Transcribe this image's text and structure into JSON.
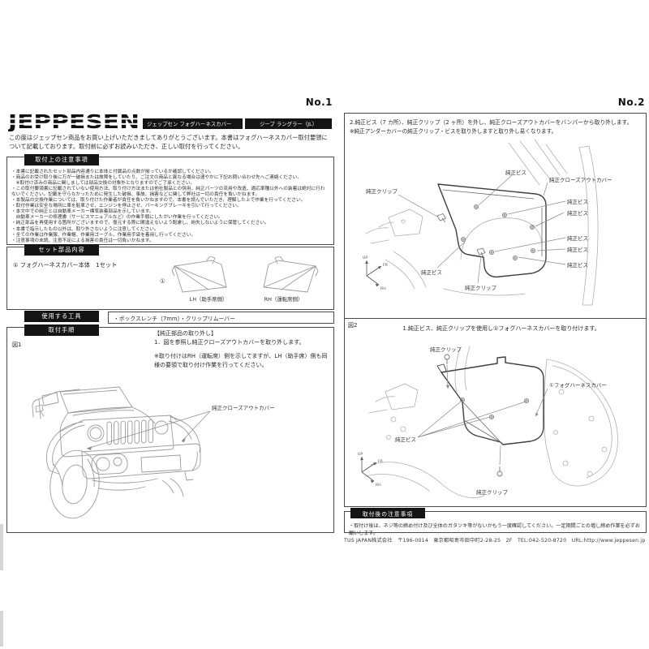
{
  "doc": {
    "page1": {
      "page_no": "No.1",
      "logo": "JEPPESEN",
      "title_left": "ジェップセン フォグハーネスカバー",
      "title_right": "ジープ ラングラー（JL）",
      "intro": "この度はジェップセン商品をお買い上げいただきましてありがとうございます。本書はフォグハーネスカバー取付要領について記載しております。取付前に必ずお読みいただき、正しい取付を行ってください。",
      "notes": {
        "heading": "取付上の注意事項",
        "bullets": [
          "・本書に記載されたセット部品内容通りに本体と付属品の点数が揃っているか確認してください。",
          "・商品のお受け取り後に万が一破損または故障をしていたり、ご注文の商品と異なる場合は速やかに下記お問い合わせ先へご連絡ください。",
          "　※取付け済みの商品に関しましては部品交換の対象外となりますのでご了承ください。",
          "・この取付要領書に記載されていない使用方法、取り付け方法または他社製品との併用、純正パーツの流用や改造、適応車種以外への装着は絶対に行わないでください。記載を守らなかったために発生した破損、事故、損害などに関して弊社は一切の責任を負いかねます。",
          "・本製品の交換作業については、取り付けた作業者が責任を負いかねますので、本書を読んでいただき、理解した上で作業を行ってください。",
          "・取付作業は安全な場所に車を駐車させ、エンジンを停止させ、パーキングブレーキを引いて行ってください。",
          "・本文中での純正とは自動車メーカー標準装着部品を示しています。",
          "　自動車メーカーの修理書（サービスマニュアルなど）の作業手順にしたがい作業を行ってください。",
          "・純正部品を再使用する箇所がございますので、復元する際に間違えないよう配慮し、紛失しないように保管してください。",
          "・本書で指示したもの以外は、取り外さないように注意してください。",
          "・全ての作業は作業服、作業帽、作業用ゴーグル、作業用手袋を着用し行ってください。",
          "・注意事項の未読、注意不足による損害の責任は一切負いかねます。"
        ]
      },
      "parts": {
        "heading": "セット部品内容",
        "item": "① フォグハーネスカバー本体　1セット",
        "marker": "①",
        "lh": "LH（助手席側）",
        "rh": "RH（運転席側）"
      },
      "tools": {
        "heading": "使用する工具",
        "text": "・ボックスレンチ（7mm）・クリップリムーバー"
      },
      "procedure": {
        "heading": "取付手順",
        "figure": "図1",
        "step_title": "【純正部品の取り外し】",
        "step1": "1．図を参照し純正クローズアウトカバーを取り外します。",
        "note": "※取り付けはRH（運転席）側を示してますが、LH（助手席）側も同様の要領で取り付け作業を行ってください。",
        "callout": "純正クローズアウトカバー"
      }
    },
    "page2": {
      "page_no": "No.2",
      "step2_line1": "2.純正ビス（7 カ所）、純正クリップ（2 ヶ所）を外し、純正クローズアウトカバーをバンパーから取り外します。",
      "step2_line2": "※純正アンダーカバーの純正クリップ・ビスを取り外しますと取り外し易くなります。",
      "figure2": "図2",
      "install_step": "1.純正ビス、純正クリップを使用し①フォグハーネスカバーを取り付けます。",
      "labels": {
        "screw": "純正ビス",
        "clip": "純正クリップ",
        "closeout": "純正クローズアウトカバー",
        "cover": "①フォグハーネスカバー"
      },
      "axis": {
        "up": "UP",
        "fr": "FR",
        "rh": "RH"
      },
      "after": {
        "heading": "取付後の注意事項",
        "bullet": "・取付け後は、ネジ等の締め付け及び全体のガタツキ等がないかもう一度確認してください。一定期間ごとの増し締め作業を必ずお願いします。"
      },
      "footer": "TUS JAPAN株式会社　〒196-0014　東京都昭島市田中町2-28-25　2F　TEL:042-520-8720　URL:http://www.jeppesen.jp"
    }
  }
}
